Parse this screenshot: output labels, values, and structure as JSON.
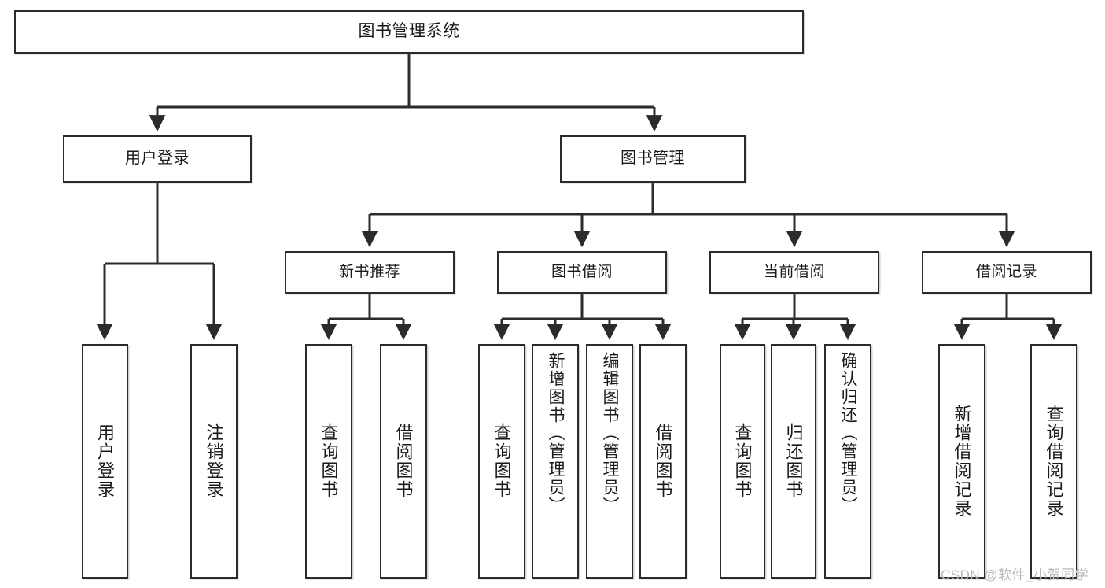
{
  "diagram": {
    "title": "图书管理系统",
    "type": "tree-hierarchy",
    "root": {
      "label": "图书管理系统"
    },
    "level2": [
      {
        "label": "用户登录"
      },
      {
        "label": "图书管理"
      }
    ],
    "level3": [
      {
        "label": "新书推荐"
      },
      {
        "label": "图书借阅"
      },
      {
        "label": "当前借阅"
      },
      {
        "label": "借阅记录"
      }
    ],
    "leaves": {
      "user_login": [
        {
          "label": "用户登录"
        },
        {
          "label": "注销登录"
        }
      ],
      "new_book_rec": [
        {
          "label": "查询图书"
        },
        {
          "label": "借阅图书"
        }
      ],
      "book_borrow": [
        {
          "label": "查询图书"
        },
        {
          "label": "新增图书（管理员）"
        },
        {
          "label": "编辑图书（管理员）"
        },
        {
          "label": "借阅图书"
        }
      ],
      "current_borrow": [
        {
          "label": "查询图书"
        },
        {
          "label": "归还图书"
        },
        {
          "label": "确认归还（管理员）"
        }
      ],
      "borrow_record": [
        {
          "label": "新增借阅记录"
        },
        {
          "label": "查询借阅记录"
        }
      ]
    }
  },
  "watermark": {
    "text": "CSDN @软件_小贺同学"
  },
  "colors": {
    "box_border": "#2b2b2b",
    "box_fill": "#ffffff",
    "text": "#1a1a1a",
    "edge": "#2b2b2b",
    "watermark": "#b9b9b9"
  }
}
